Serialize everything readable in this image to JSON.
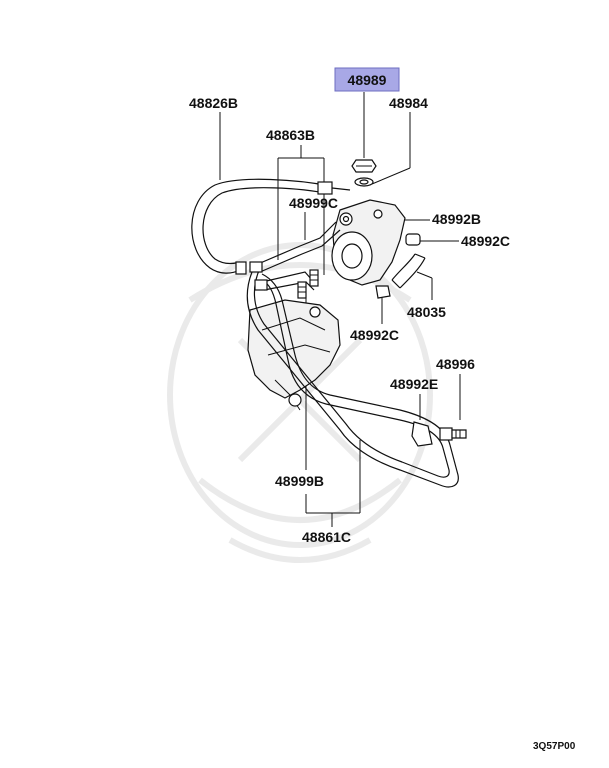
{
  "diagram": {
    "highlight_color": "#a8a8e6",
    "labels": {
      "p48989": "48989",
      "p48984": "48984",
      "p48826B": "48826B",
      "p48863B": "48863B",
      "p48999C": "48999C",
      "p48992B": "48992B",
      "p48992C_right": "48992C",
      "p48035": "48035",
      "p48992C_bottom": "48992C",
      "p48996": "48996",
      "p48992E": "48992E",
      "p48999B": "48999B",
      "p48861C": "48861C"
    },
    "diagram_code": "3Q57P00"
  }
}
